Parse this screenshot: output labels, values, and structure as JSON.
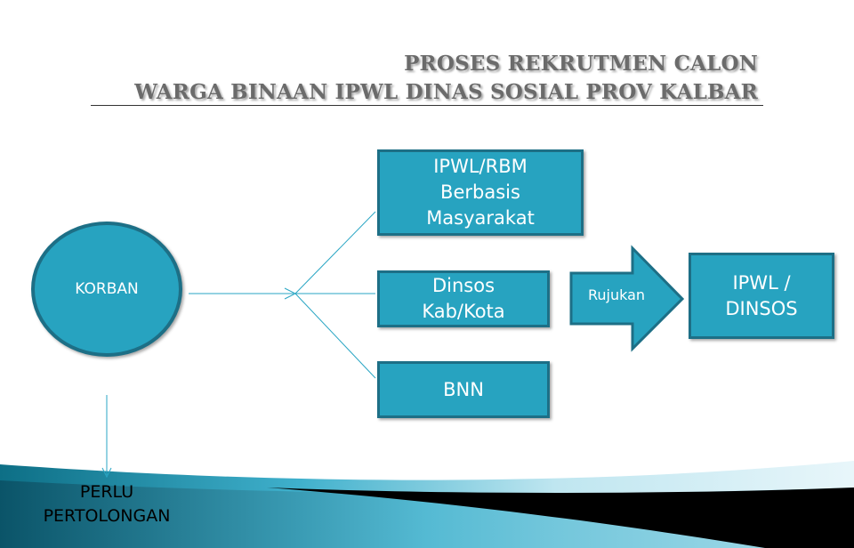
{
  "title": {
    "line1": "PROSES REKRUTMEN CALON",
    "line2": "WARGA BINAAN IPWL DINAS SOSIAL PROV KALBAR"
  },
  "nodes": {
    "korban": "KORBAN",
    "ipwl_rbm": "IPWL/RBM\nBerbasis\nMasyarakat",
    "dinsos_kab": "Dinsos\nKab/Kota",
    "bnn": "BNN",
    "ipwl_dinsos": "IPWL  /\nDINSOS",
    "perlu": "PERLU\nPERTOLONGAN"
  },
  "arrow_label": "Rujukan",
  "colors": {
    "box_fill": "#27a3c0",
    "box_border": "#1d6f86",
    "connector": "#2aa6c4"
  }
}
